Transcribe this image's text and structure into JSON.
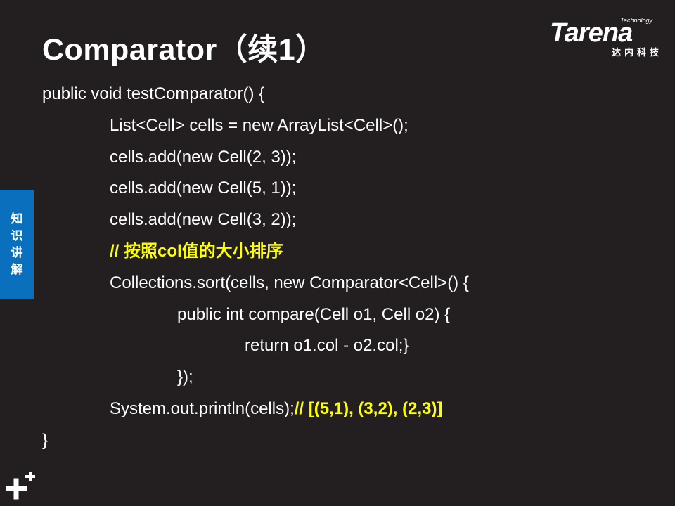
{
  "slide": {
    "title": "Comparator（续1）",
    "logo": {
      "tagline": "Technology",
      "name": "Tarena",
      "chinese": "达内科技"
    },
    "side_tab": [
      "知",
      "识",
      "讲",
      "解"
    ],
    "code": {
      "line1": "public void testComparator() {",
      "line2": "List<Cell> cells = new ArrayList<Cell>();",
      "line3": "cells.add(new Cell(2, 3));",
      "line4": "cells.add(new Cell(5, 1));",
      "line5": "cells.add(new Cell(3, 2));",
      "line6_comment": "// 按照col值的大小排序",
      "line7": "Collections.sort(cells, new Comparator<Cell>() {",
      "line8": "public int compare(Cell o1, Cell o2) {",
      "line9": "return o1.col - o2.col;}",
      "line10": "});",
      "line11_code": "System.out.println(cells);",
      "line11_comment": "// [(5,1), (3,2), (2,3)]",
      "line12": "}"
    }
  },
  "colors": {
    "background": "#231f20",
    "text": "#ffffff",
    "comment": "#ffff00",
    "side_tab": "#0a6fbd"
  },
  "icons": {
    "corner": "plus-icon"
  }
}
